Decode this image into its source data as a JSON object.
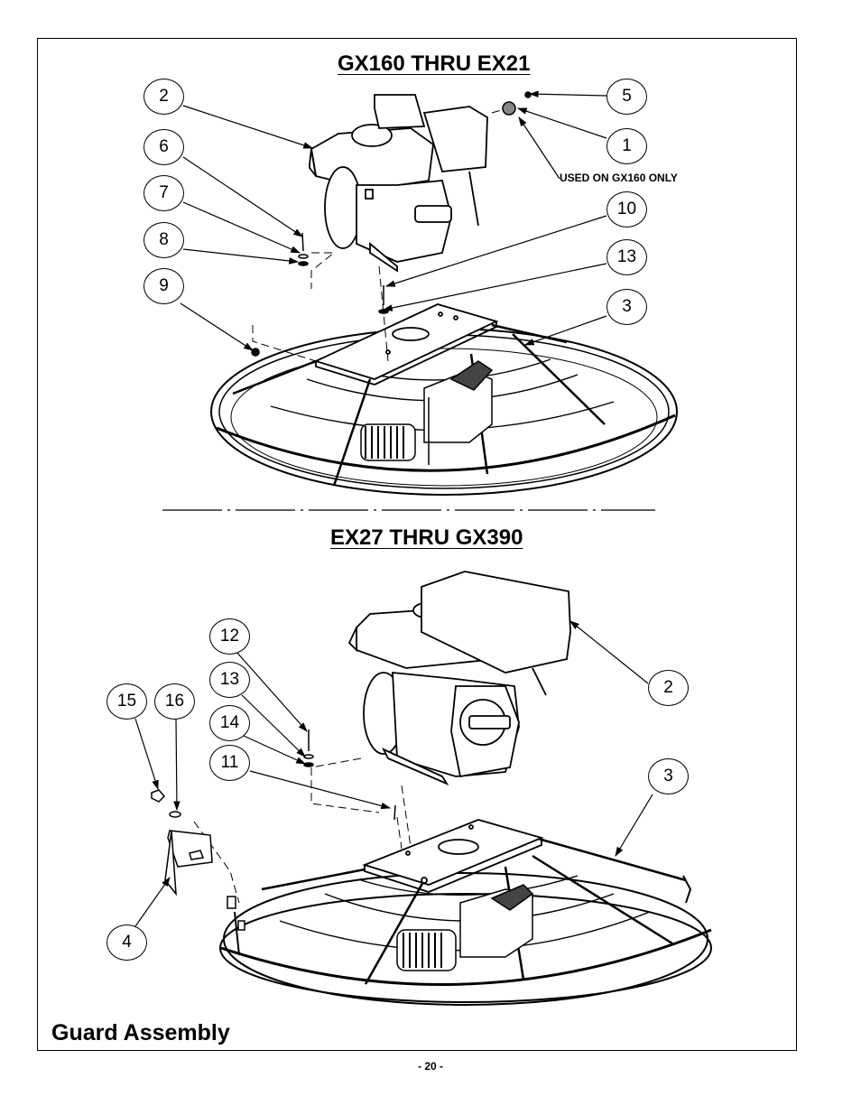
{
  "sections": {
    "top": {
      "title": "GX160 THRU EX21",
      "note": "USED ON GX160 ONLY"
    },
    "bottom": {
      "title": "EX27 THRU GX390"
    }
  },
  "callouts": {
    "top": [
      "2",
      "6",
      "7",
      "8",
      "9",
      "5",
      "1",
      "10",
      "13",
      "3"
    ],
    "bottom": [
      "12",
      "13",
      "15",
      "16",
      "14",
      "11",
      "4",
      "2",
      "3"
    ]
  },
  "footer": {
    "title": "Guard Assembly",
    "page": "- 20 -"
  },
  "colors": {
    "ink": "#000000",
    "paper": "#ffffff"
  }
}
